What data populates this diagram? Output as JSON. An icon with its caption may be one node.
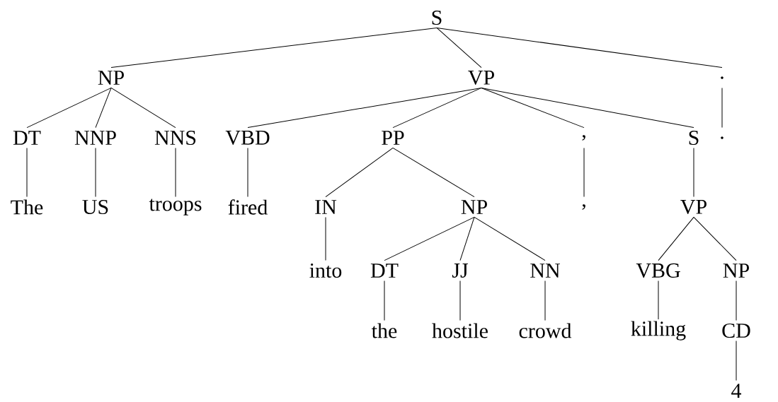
{
  "diagram": {
    "nodes": [
      {
        "text": [
          "S"
        ]
      },
      {
        "text": [
          "NP"
        ]
      },
      {
        "text": [
          "VP"
        ]
      },
      {
        "text": [
          "."
        ]
      },
      {
        "text": [
          "DT"
        ]
      },
      {
        "text": [
          "NNP"
        ]
      },
      {
        "text": [
          "NNS"
        ]
      },
      {
        "text": [
          "VBD"
        ]
      },
      {
        "text": [
          "PP"
        ]
      },
      {
        "text": [
          ","
        ]
      },
      {
        "text": [
          "S"
        ]
      },
      {
        "text": [
          "."
        ]
      },
      {
        "text": [
          "The"
        ]
      },
      {
        "text": [
          "US"
        ]
      },
      {
        "text": [
          "troops"
        ]
      },
      {
        "text": [
          "fired"
        ]
      },
      {
        "text": [
          "IN"
        ]
      },
      {
        "text": [
          "NP"
        ]
      },
      {
        "text": [
          ","
        ]
      },
      {
        "text": [
          "VP"
        ]
      },
      {
        "text": [
          "into"
        ]
      },
      {
        "text": [
          "DT"
        ]
      },
      {
        "text": [
          "JJ"
        ]
      },
      {
        "text": [
          "NN"
        ]
      },
      {
        "text": [
          "VBG"
        ]
      },
      {
        "text": [
          "NP"
        ]
      },
      {
        "text": [
          "the"
        ]
      },
      {
        "text": [
          "hostile"
        ]
      },
      {
        "text": [
          "crowd"
        ]
      },
      {
        "text": [
          "killing"
        ]
      },
      {
        "text": [
          "CD"
        ]
      },
      {
        "text": [
          "4"
        ]
      }
    ],
    "edges": [
      {
        "from": 0,
        "to": 1,
        "arrow": "none"
      },
      {
        "from": 0,
        "to": 2,
        "arrow": "none"
      },
      {
        "from": 0,
        "to": 3,
        "arrow": "none"
      },
      {
        "from": 1,
        "to": 4,
        "arrow": "none"
      },
      {
        "from": 1,
        "to": 5,
        "arrow": "none"
      },
      {
        "from": 1,
        "to": 6,
        "arrow": "none"
      },
      {
        "from": 2,
        "to": 7,
        "arrow": "none"
      },
      {
        "from": 2,
        "to": 8,
        "arrow": "none"
      },
      {
        "from": 2,
        "to": 9,
        "arrow": "none"
      },
      {
        "from": 2,
        "to": 10,
        "arrow": "none"
      },
      {
        "from": 3,
        "to": 11,
        "arrow": "none"
      },
      {
        "from": 4,
        "to": 12,
        "arrow": "none"
      },
      {
        "from": 5,
        "to": 13,
        "arrow": "none"
      },
      {
        "from": 6,
        "to": 14,
        "arrow": "none"
      },
      {
        "from": 7,
        "to": 15,
        "arrow": "none"
      },
      {
        "from": 8,
        "to": 16,
        "arrow": "none"
      },
      {
        "from": 8,
        "to": 17,
        "arrow": "none"
      },
      {
        "from": 9,
        "to": 18,
        "arrow": "none"
      },
      {
        "from": 10,
        "to": 19,
        "arrow": "none"
      },
      {
        "from": 16,
        "to": 20,
        "arrow": "none"
      },
      {
        "from": 17,
        "to": 21,
        "arrow": "none"
      },
      {
        "from": 17,
        "to": 22,
        "arrow": "none"
      },
      {
        "from": 17,
        "to": 23,
        "arrow": "none"
      },
      {
        "from": 19,
        "to": 24,
        "arrow": "none"
      },
      {
        "from": 19,
        "to": 25,
        "arrow": "none"
      },
      {
        "from": 21,
        "to": 26,
        "arrow": "none"
      },
      {
        "from": 22,
        "to": 27,
        "arrow": "none"
      },
      {
        "from": 23,
        "to": 28,
        "arrow": "none"
      },
      {
        "from": 24,
        "to": 29,
        "arrow": "none"
      },
      {
        "from": 25,
        "to": 30,
        "arrow": "none"
      },
      {
        "from": 30,
        "to": 31,
        "arrow": "none"
      }
    ]
  }
}
